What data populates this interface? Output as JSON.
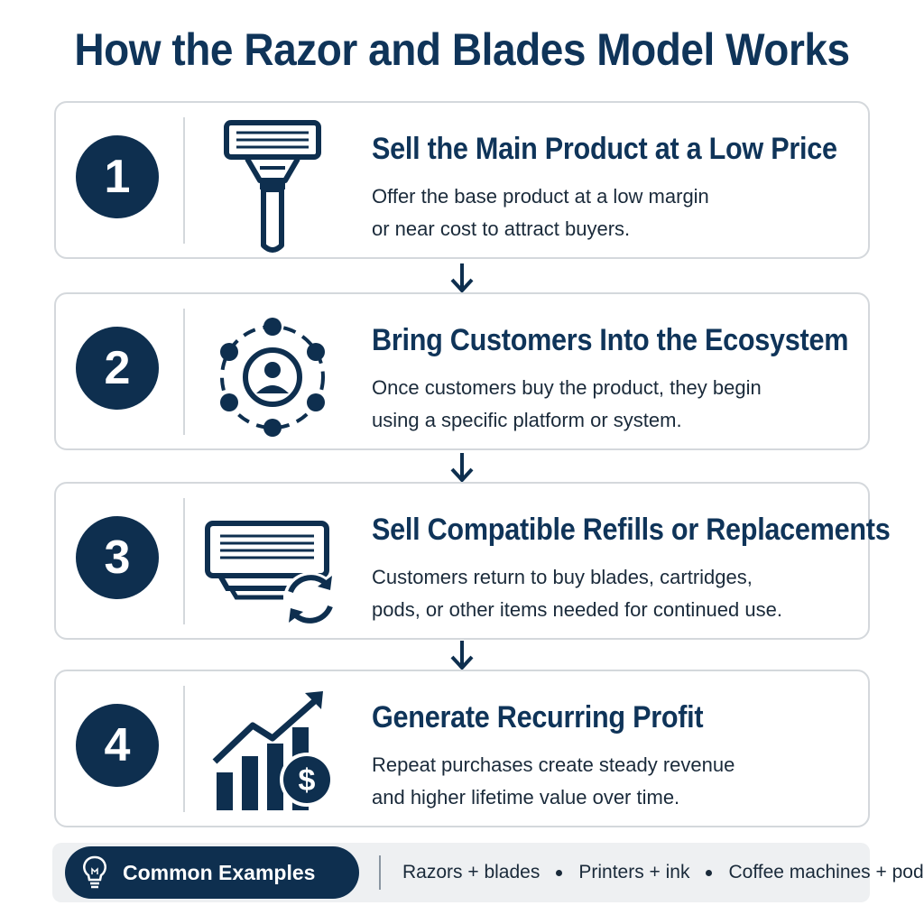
{
  "title": "How the Razor and Blades Model Works",
  "colors": {
    "navy": "#0e2f4f",
    "border": "#d4d8dc",
    "bar_bg": "#eef0f2"
  },
  "steps": [
    {
      "number": "1",
      "icon": "razor-icon",
      "title": "Sell the Main Product at a Low Price",
      "description": "Offer the base product at a low margin\nor near cost to attract buyers."
    },
    {
      "number": "2",
      "icon": "user-network-icon",
      "title": "Bring Customers Into the Ecosystem",
      "description": "Once customers buy the product, they begin\nusing a specific platform or system."
    },
    {
      "number": "3",
      "icon": "cartridge-refill-icon",
      "title": "Sell Compatible Refills or Replacements",
      "description": "Customers return to buy blades, cartridges,\npods, or other items needed for continued use."
    },
    {
      "number": "4",
      "icon": "growth-chart-dollar-icon",
      "title": "Generate Recurring Profit",
      "description": "Repeat purchases create steady revenue\nand higher lifetime value over time."
    }
  ],
  "examples": {
    "label": "Common Examples",
    "icon": "lightbulb-icon",
    "items": [
      "Razors + blades",
      "Printers + ink",
      "Coffee machines + pods"
    ]
  }
}
